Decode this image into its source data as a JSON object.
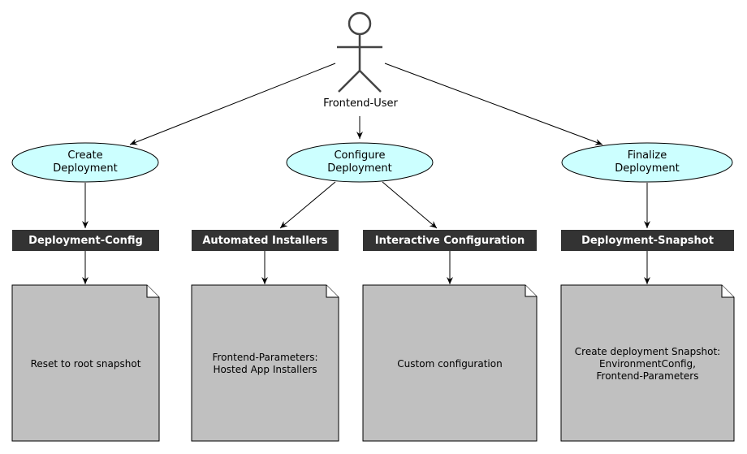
{
  "actor": {
    "name": "Frontend-User"
  },
  "use_cases": {
    "create": "Create\nDeployment",
    "configure": "Configure\nDeployment",
    "finalize": "Finalize\nDeployment"
  },
  "components": {
    "deployment_config": "Deployment-Config",
    "automated_installers": "Automated Installers",
    "interactive_configuration": "Interactive Configuration",
    "deployment_snapshot": "Deployment-Snapshot"
  },
  "notes": {
    "reset": "Reset to root snapshot",
    "frontend_params": "Frontend-Parameters:\nHosted App Installers",
    "custom": "Custom configuration",
    "snapshot": "Create deployment Snapshot:\nEnvironmentConfig,\nFrontend-Parameters"
  },
  "colors": {
    "usecase_fill": "#ccffff",
    "bar_fill": "#333333",
    "note_fill": "#c0c0c0"
  }
}
